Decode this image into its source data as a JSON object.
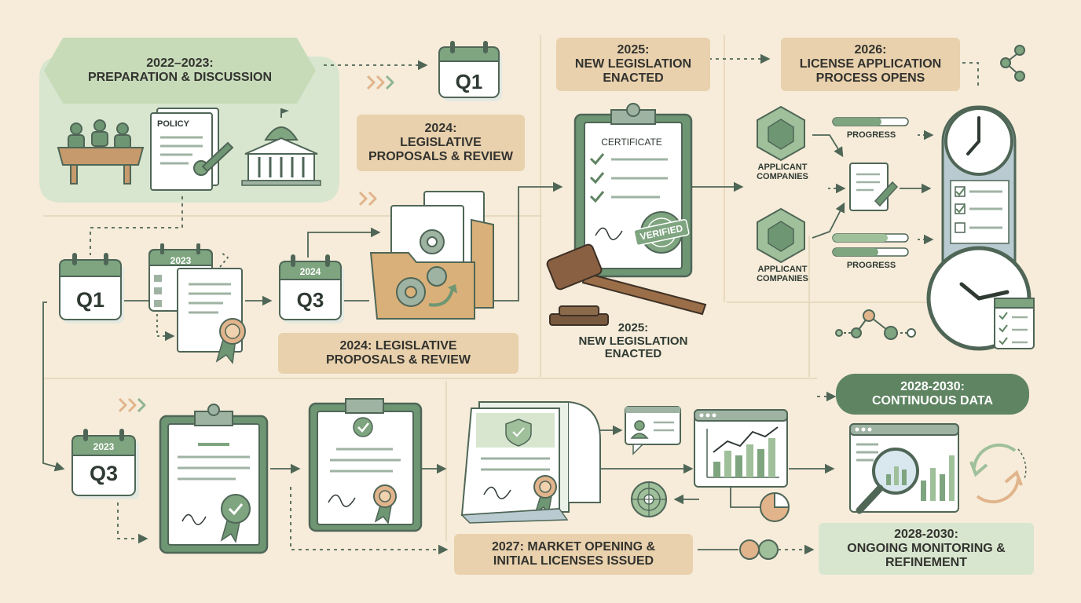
{
  "title_2022_2023": "2022–2023:\nPREPARATION & DISCUSSION",
  "policy_doc_label": "POLICY",
  "cal_top_q1": "Q1",
  "label_2024_top": "2024:\nLEGISLATIVE\nPROPOSALS & REVIEW",
  "cal_2023_year": "2023",
  "cal_q1": "Q1",
  "cal_2024_year": "2024",
  "cal_q3": "Q3",
  "label_2024_bottom": "2024: LEGISLATIVE\nPROPOSALS & REVIEW",
  "label_2025_top": "2025:\nNEW LEGISLATION\nENACTED",
  "certificate_label": "CERTIFICATE",
  "verified_label": "VERIFIED",
  "label_2025_bottom": "2025:\nNEW LEGISLATION\nENACTED",
  "label_2026": "2026:\nLICENSE APPLICATION\nPROCESS OPENS",
  "applicant_label_1": "APPLICANT\nCOMPANIES",
  "applicant_label_2": "APPLICANT\nCOMPANIES",
  "progress_label_1": "PROGRESS",
  "progress_label_2": "PROGRESS",
  "label_2028_top": "2028-2030:\nCONTINUOUS DATA",
  "cal_2023_bottom_year": "2023",
  "cal_q3_bottom": "Q3",
  "label_2027": "2027: MARKET OPENING &\nINITIAL LICENSES ISSUED",
  "label_2028_bottom": "2028-2030:\nONGOING MONITORING &\nREFINEMENT",
  "colors": {
    "background": "#f6ecd9",
    "green_dark": "#5f8462",
    "green_light": "#d8e6cf",
    "tan": "#e9d1ad",
    "stroke": "#4f6657"
  }
}
